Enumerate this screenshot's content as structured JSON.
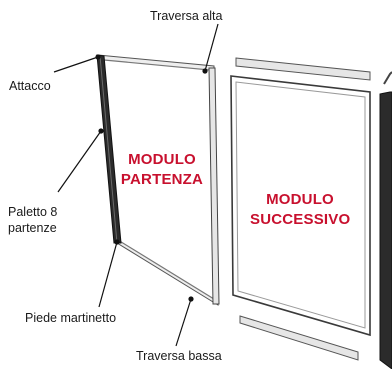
{
  "colors": {
    "accent": "#c8102e",
    "frame_dark": "#2b2b2b",
    "frame_light": "#d8d8d8",
    "text": "#1a1a1a"
  },
  "callouts": {
    "traversa_alta": "Traversa alta",
    "attacco": "Attacco",
    "paletto_line1": "Paletto 8",
    "paletto_line2": "partenze",
    "piede_martinetto": "Piede martinetto",
    "traversa_bassa": "Traversa bassa"
  },
  "modules": {
    "partenza_line1": "MODULO",
    "partenza_line2": "PARTENZA",
    "successivo_line1": "MODULO",
    "successivo_line2": "SUCCESSIVO"
  }
}
